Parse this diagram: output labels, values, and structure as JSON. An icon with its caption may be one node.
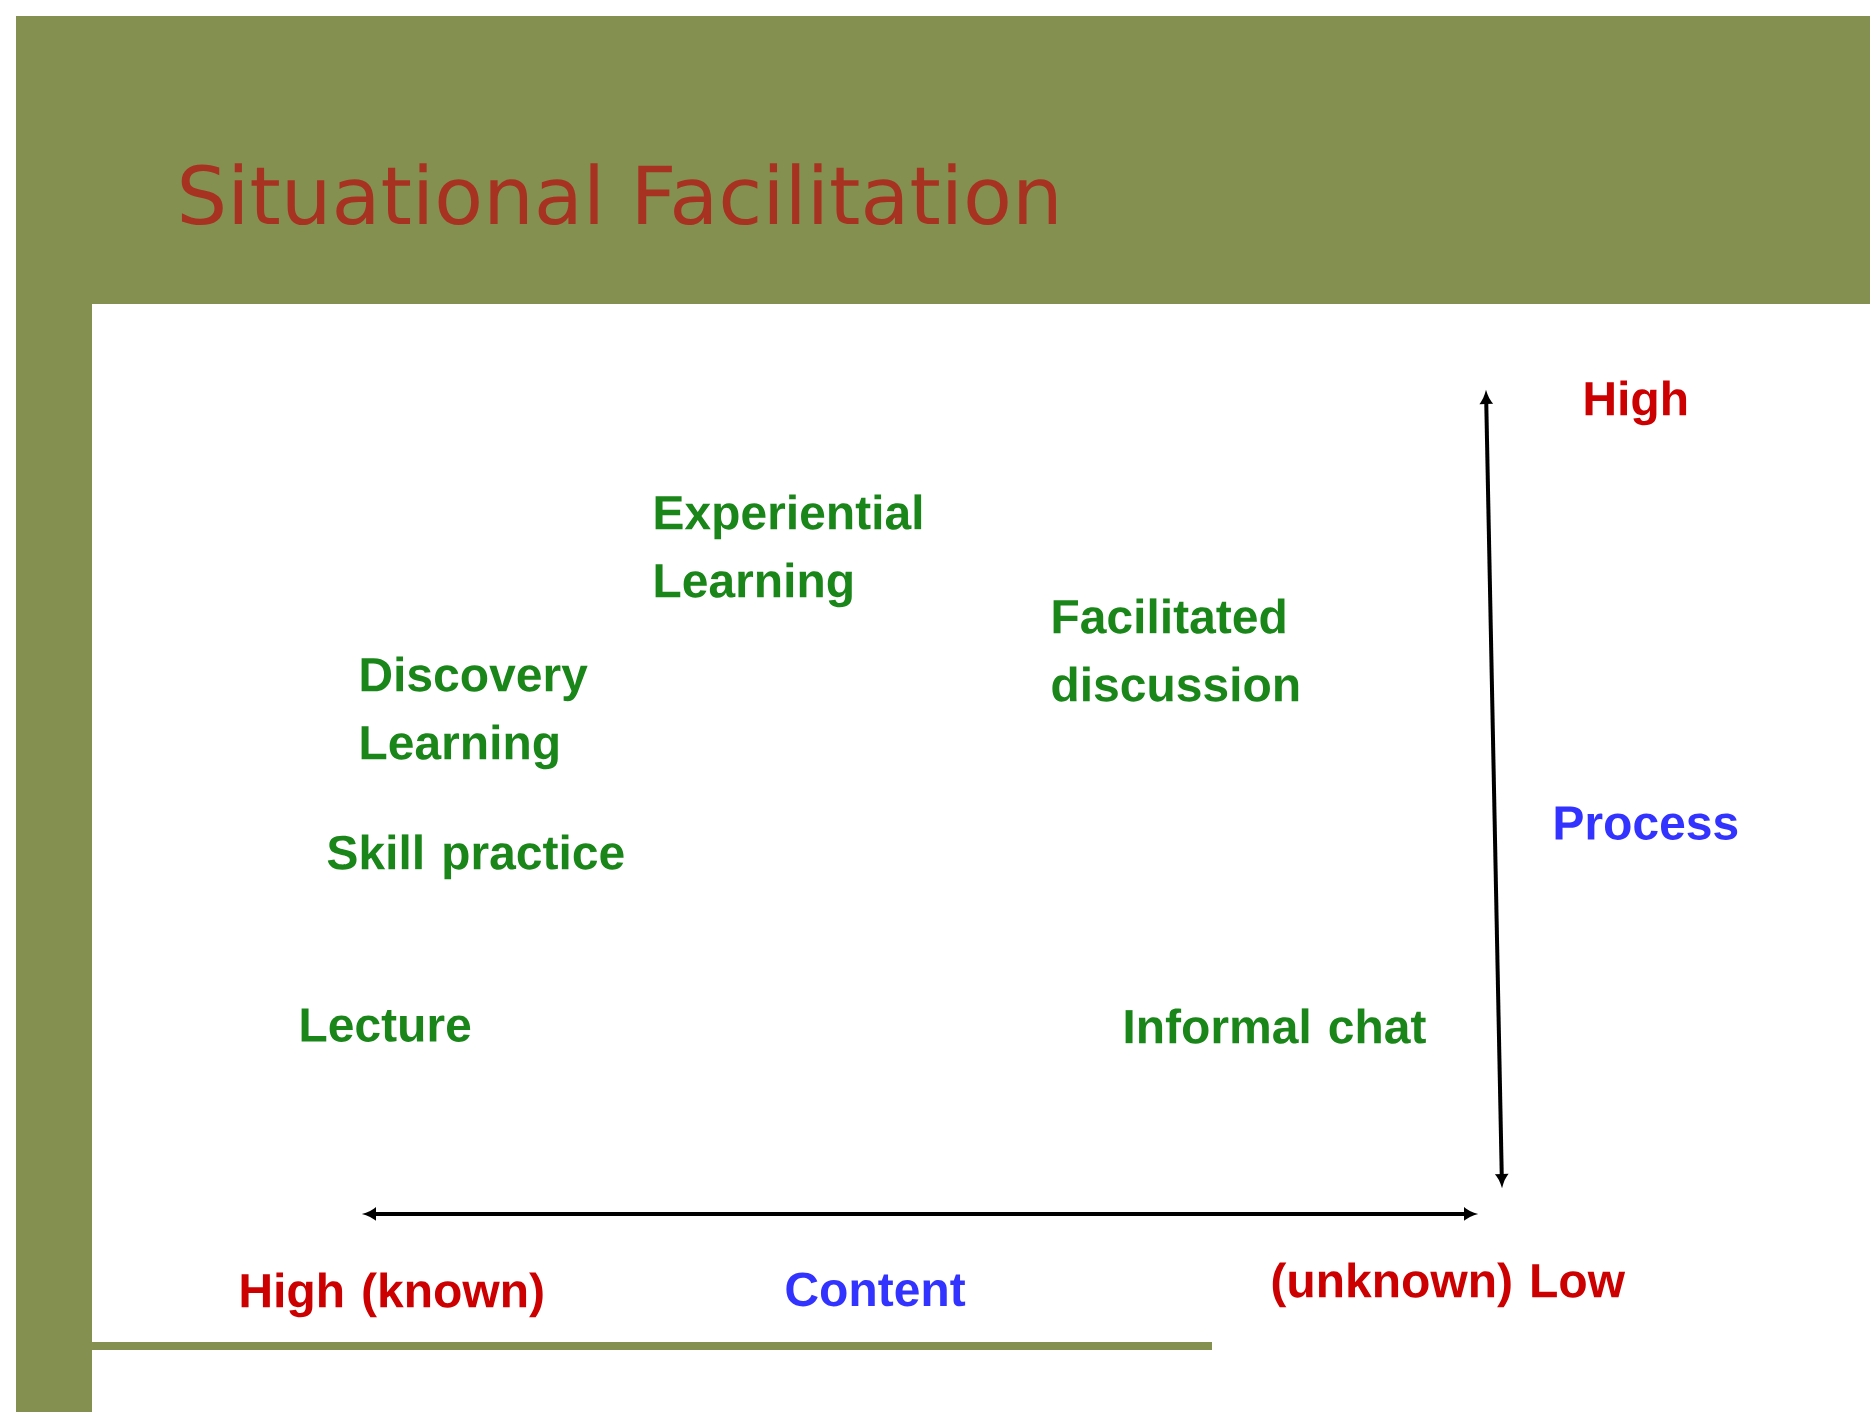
{
  "diagram": {
    "title": "Situational Facilitation",
    "labels": [
      "High",
      "Experiential Learning",
      "Facilitated discussion",
      "Discovery Learning",
      "Process",
      "Skill practice",
      "Lecture",
      "Informal chat",
      "High (known)",
      "Content",
      "(unknown) Low"
    ]
  }
}
